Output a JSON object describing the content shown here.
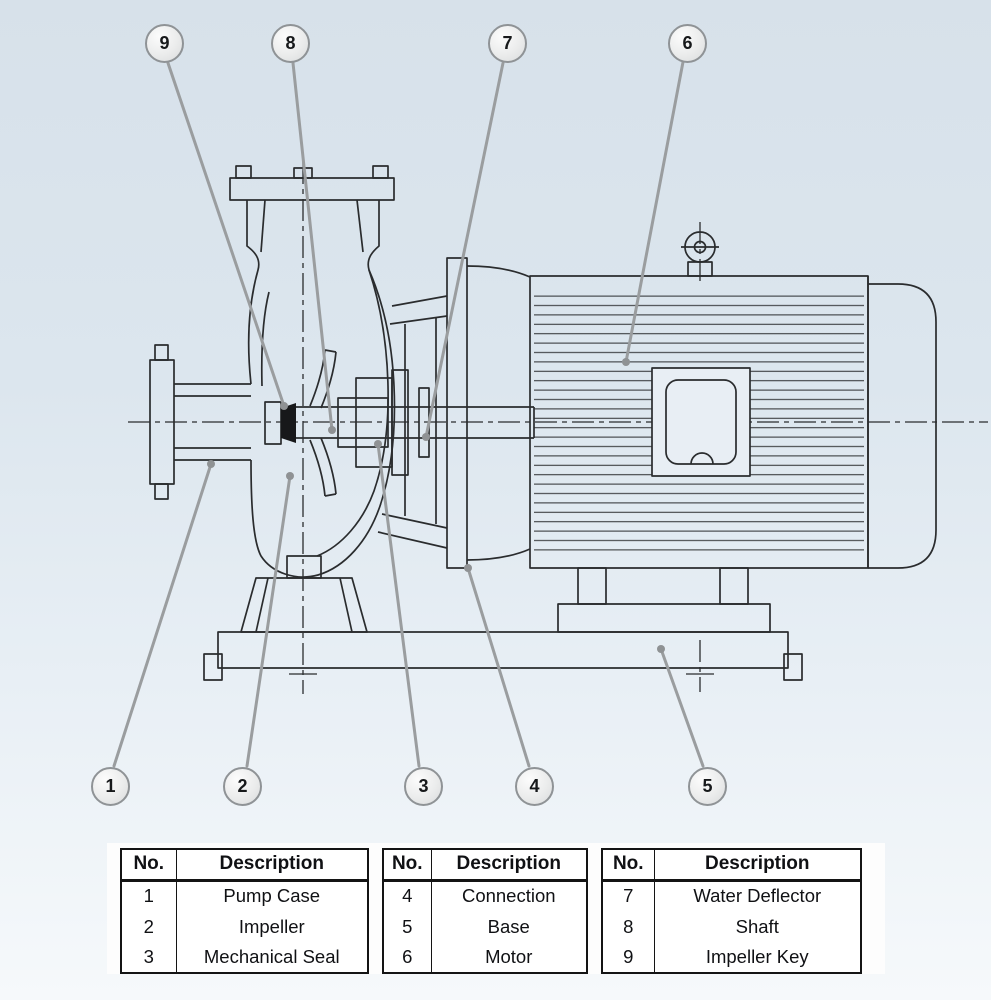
{
  "callouts": [
    {
      "label": "1"
    },
    {
      "label": "2"
    },
    {
      "label": "3"
    },
    {
      "label": "4"
    },
    {
      "label": "5"
    },
    {
      "label": "6"
    },
    {
      "label": "7"
    },
    {
      "label": "8"
    },
    {
      "label": "9"
    }
  ],
  "tables": [
    {
      "headers": {
        "no": "No.",
        "description": "Description"
      },
      "rows": [
        {
          "no": "1",
          "description": "Pump Case"
        },
        {
          "no": "2",
          "description": "Impeller"
        },
        {
          "no": "3",
          "description": "Mechanical Seal"
        }
      ]
    },
    {
      "headers": {
        "no": "No.",
        "description": "Description"
      },
      "rows": [
        {
          "no": "4",
          "description": "Connection"
        },
        {
          "no": "5",
          "description": "Base"
        },
        {
          "no": "6",
          "description": "Motor"
        }
      ]
    },
    {
      "headers": {
        "no": "No.",
        "description": "Description"
      },
      "rows": [
        {
          "no": "7",
          "description": "Water Deflector"
        },
        {
          "no": "8",
          "description": "Shaft"
        },
        {
          "no": "9",
          "description": "Impeller Key"
        }
      ]
    }
  ],
  "colors": {
    "background_top": "#d7e1ea",
    "background_bottom": "#f6f9fb",
    "drawing_line": "#2a2c2e",
    "leader_line": "#9a9d9f",
    "callout_border": "#8f9396",
    "table_border": "#141414",
    "panel_background": "#fdfdfd"
  }
}
